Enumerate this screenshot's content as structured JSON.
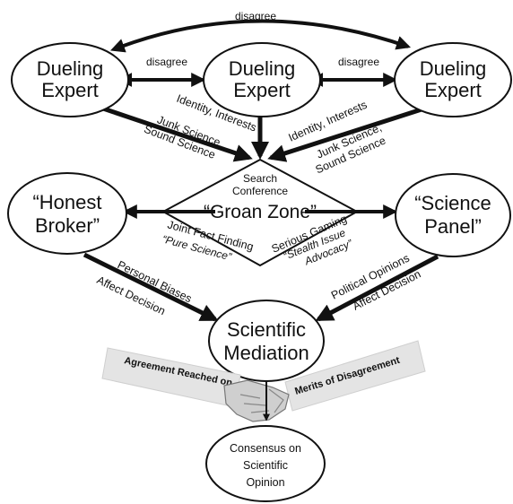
{
  "nodes": {
    "expert_left": [
      "Dueling",
      "Expert"
    ],
    "expert_center": [
      "Dueling",
      "Expert"
    ],
    "expert_right": [
      "Dueling",
      "Expert"
    ],
    "honest_broker": [
      "“Honest",
      "Broker”"
    ],
    "science_panel": [
      "“Science",
      "Panel”"
    ],
    "mediation": [
      "Scientific",
      "Mediation"
    ],
    "consensus": [
      "Consensus on",
      "Scientific",
      "Opinion"
    ]
  },
  "labels": {
    "disagree_top": "disagree",
    "disagree_left": "disagree",
    "disagree_right": "disagree",
    "identity_left": "Identity, Interests",
    "identity_right": "Identity, Interests",
    "junk_left": [
      "Junk Science,",
      "Sound Science"
    ],
    "junk_right": [
      "Junk Science,",
      "Sound Science"
    ],
    "search_conference": [
      "Search",
      "Conference"
    ],
    "groan_zone": "“Groan Zone”",
    "joint_fact": "Joint Fact Finding",
    "pure_science": "“Pure Science”",
    "serious_gaming": "Serious Gaming",
    "stealth": [
      "“Stealth Issue",
      "Advocacy”"
    ],
    "personal_biases": "Personal Biases",
    "affect_left": "Affect Decision",
    "political": "Political Opinions",
    "affect_right": "Affect Decision",
    "agreement": "Agreement Reached on",
    "merits": "Merits of Disagreement"
  },
  "colors": {
    "stroke": "#111111",
    "ribbon": "#e4e4e4",
    "hands": "#bdbdbd"
  }
}
